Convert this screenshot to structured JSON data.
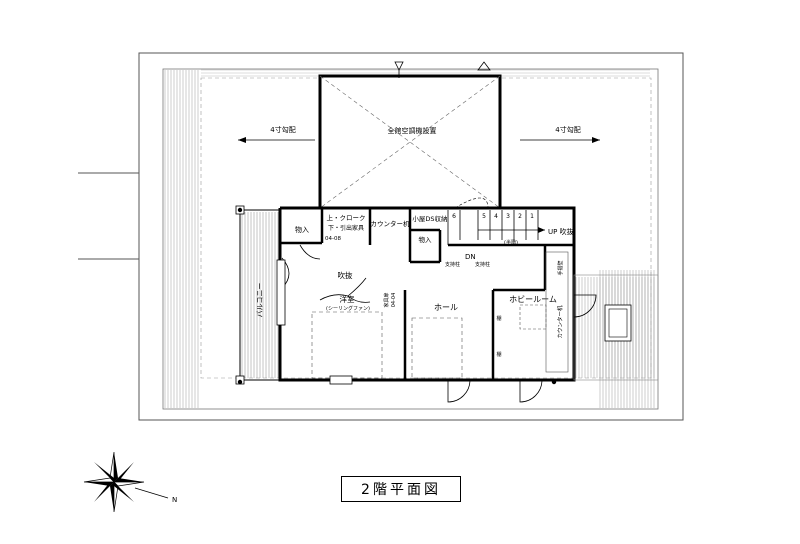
{
  "drawing": {
    "title": "2階平面図",
    "roof_slope_left": "4寸勾配",
    "roof_slope_right": "4寸勾配",
    "north_mark": "N"
  },
  "rooms": {
    "ac_room": "全館空調機設置",
    "storage_left": "物入",
    "cloak_line1": "上・クローク",
    "cloak_line2": "下・引出家具",
    "cloak_code": "04-08",
    "counter": "カウンター机",
    "small_storage": "小屋DS収納",
    "storage_small": "物入",
    "up_fukinuke": "UP 吹抜",
    "half_landing": "(半階)",
    "dn": "DN",
    "column1": "支持柱",
    "column2": "支持柱",
    "fukinuke": "吹抜",
    "yoshitsu": "洋室",
    "ceiling_fan": "(シーリングファン)",
    "closet_code": "04-04",
    "closet_label": "家具扉",
    "balcony": "バルコニー",
    "hall": "ホール",
    "hobby_room": "ホビールーム",
    "counter_desk": "カウンター机",
    "hand_rail": "手摺壁",
    "shelf1": "棚",
    "shelf2": "棚"
  },
  "stairs": [
    "6",
    "5",
    "4",
    "3",
    "2",
    "1"
  ]
}
